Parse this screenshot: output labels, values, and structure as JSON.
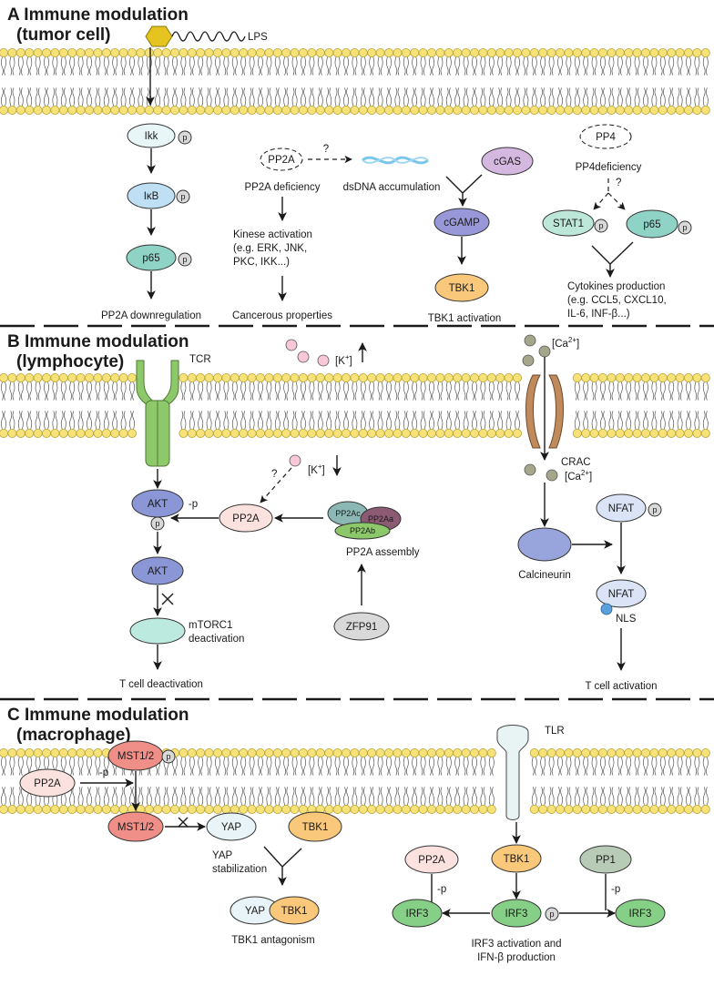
{
  "panels": [
    {
      "key": "A",
      "line1": "A Immune modulation",
      "line2": "(tumor cell)"
    },
    {
      "key": "B",
      "line1": "B Immune modulation",
      "line2": "(lymphocyte)"
    },
    {
      "key": "C",
      "line1": "C Immune modulation",
      "line2": "(macrophage)"
    }
  ],
  "colors": {
    "membrane_head": "#f7e27a",
    "membrane_head_stroke": "#b8a230",
    "lps": "#e6c420",
    "ikk": "#e8f6f8",
    "ikb": "#bfe0f4",
    "p65": "#8fd3c6",
    "cgas": "#d5b8e0",
    "cgamp": "#9898d8",
    "tbk1": "#f9c87a",
    "stat1": "#bde8d9",
    "akt": "#8a96d6",
    "pp2a": "#fbe2de",
    "mtorc1": "#bdeadf",
    "zfp91": "#d9d9d9",
    "nfat": "#dbe4f6",
    "calcineurin": "#98a4dc",
    "crac": "#c08a5c",
    "mst": "#ef8f88",
    "yap": "#e8f4f8",
    "irf3": "#86cf86",
    "pp1": "#b8cbb6",
    "tcr": "#8dc86a",
    "k_ion": "#f8c8d8",
    "ca_ion": "#a6a68a",
    "dsdna": "#7ac6ea",
    "p_circle": "#d9d9d9",
    "nls": "#5aa0dc"
  },
  "A": {
    "lps": "LPS",
    "ikk": "Ikk",
    "ikb": "IκB",
    "p65": "p65",
    "p_mark": "p",
    "pp2a_down": "PP2A downregulation",
    "pp2a": "PP2A",
    "q": "?",
    "pp2a_def": "PP2A deficiency",
    "dsdna": "dsDNA accumulation",
    "kinase1": "Kinese activation",
    "kinase2": "(e.g. ERK, JNK,",
    "kinase3": "PKC, IKK...)",
    "cancerous": "Cancerous properties",
    "cgas": "cGAS",
    "cgamp": "cGAMP",
    "tbk1": "TBK1",
    "tbk1_act": "TBK1 activation",
    "pp4": "PP4",
    "pp4_def": "PP4deficiency",
    "stat1": "STAT1",
    "p65b": "p65",
    "cyto1": "Cytokines production",
    "cyto2": "(e.g. CCL5, CXCL10,",
    "cyto3": "IL-6, INF-β...)"
  },
  "B": {
    "tcr": "TCR",
    "k_out": "[K",
    "k_sup": "+",
    "k_close": "]",
    "ca_out": "[Ca",
    "ca_sup": "2+",
    "ca_close": "]",
    "crac": "CRAC",
    "akt": "AKT",
    "p_mark": "p",
    "minus_p": "-p",
    "pp2a": "PP2A",
    "q": "?",
    "pp2ac": "PP2Ac",
    "pp2aa": "PP2Aa",
    "pp2ab": "PP2Ab",
    "assembly": "PP2A assembly",
    "zfp91": "ZFP91",
    "akt2": "AKT",
    "mtorc1": "mTORC1",
    "deact": "deactivation",
    "tcell_deact": "T cell deactivation",
    "calcineurin": "Calcineurin",
    "nfat": "NFAT",
    "nfat2": "NFAT",
    "nls": "NLS",
    "tcell_act": "T cell activation"
  },
  "C": {
    "tlr": "TLR",
    "mst": "MST1/2",
    "mst2": "MST1/2",
    "p_mark": "p",
    "pp2a": "PP2A",
    "minus_p": "-p",
    "yap": "YAP",
    "yap_stab1": "YAP",
    "yap_stab2": "stabilization",
    "tbk1": "TBK1",
    "yap2": "YAP",
    "tbk1b": "TBK1",
    "tbk1_antag": "TBK1 antagonism",
    "tbk1c": "TBK1",
    "pp2a2": "PP2A",
    "pp1": "PP1",
    "irf3_left": "IRF3",
    "irf3_mid": "IRF3",
    "irf3_right": "IRF3",
    "minus_p_left": "-p",
    "minus_p_right": "-p",
    "irf3_act1": "IRF3 activation and",
    "irf3_act2": "IFN-β production"
  }
}
